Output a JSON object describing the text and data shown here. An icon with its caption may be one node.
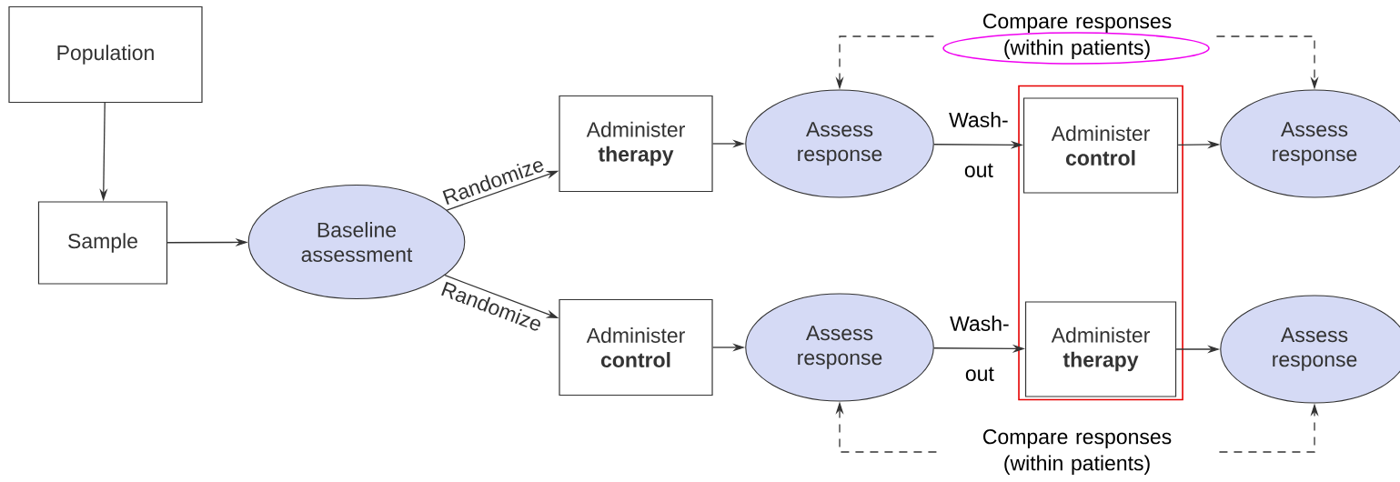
{
  "diagram": {
    "nodes": [
      {
        "text": [
          "Population"
        ]
      },
      {
        "text": [
          "Sample"
        ]
      },
      {
        "text": [
          "Baseline assessment"
        ]
      },
      {
        "text": [
          "Administer **therapy**"
        ]
      },
      {
        "text": [
          "Assess response"
        ]
      },
      {
        "text": [],
        "shape": "box"
      },
      {
        "text": [
          "Administer **control**"
        ],
        "in": 5
      },
      {
        "text": [
          "Assess response"
        ]
      },
      {
        "text": [
          "Administer **control**"
        ]
      },
      {
        "text": [
          "Assess response"
        ]
      },
      {
        "text": [
          "Administer **therapy**"
        ],
        "in": 5
      },
      {
        "text": [
          "Assess response"
        ]
      }
    ],
    "edges": [
      {
        "from": 0,
        "to": 1,
        "arrow": "to"
      },
      {
        "from": 1,
        "to": 2,
        "arrow": "to"
      },
      {
        "from": 2,
        "to": 3,
        "arrow": "to",
        "label": "Randomize"
      },
      {
        "from": 2,
        "to": 8,
        "arrow": "to",
        "label": "Randomize"
      },
      {
        "from": 3,
        "to": 4,
        "arrow": "to"
      },
      {
        "from": 4,
        "to": 6,
        "arrow": "to",
        "label": "Wash- out"
      },
      {
        "from": 6,
        "to": 7,
        "arrow": "to"
      },
      {
        "from": 8,
        "to": 9,
        "arrow": "to"
      },
      {
        "from": 9,
        "to": 10,
        "arrow": "to",
        "label": "Wash- out"
      },
      {
        "from": 10,
        "to": 11,
        "arrow": "to"
      },
      {
        "from": 4,
        "to": 7,
        "arrow": "both",
        "style": "dashed",
        "label": "Compare responses (within patients)"
      },
      {
        "from": 9,
        "to": 11,
        "arrow": "both",
        "style": "dashed",
        "label": "Compare responses (within patients)"
      }
    ]
  }
}
